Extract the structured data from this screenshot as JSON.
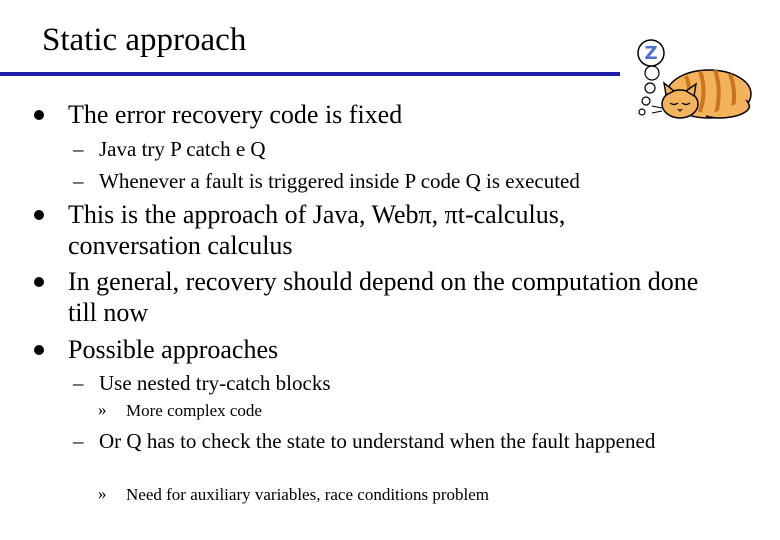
{
  "slide": {
    "title": "Static approach",
    "bullets": [
      {
        "text": "The error recovery code is fixed",
        "sub": [
          {
            "text": "Java try P catch e Q"
          },
          {
            "text": "Whenever a fault is triggered inside P code Q is executed"
          }
        ]
      },
      {
        "text": "This is the approach of Java, Webπ, πt-calculus, conversation calculus"
      },
      {
        "text": "In general, recovery should depend on the computation done till now"
      },
      {
        "text": "Possible approaches",
        "sub": [
          {
            "text": "Use nested try-catch blocks",
            "sub": [
              {
                "text": "More complex code"
              }
            ]
          },
          {
            "text": "Or Q has to check the state to understand when the fault happened",
            "sub": [
              {
                "text": "Need for auxiliary variables, race conditions problem"
              }
            ]
          }
        ]
      }
    ],
    "markers": {
      "level2": "–",
      "level3": "»"
    },
    "decor": {
      "image": "sleeping-cat-illustration",
      "zzz_letter": "Z"
    },
    "colors": {
      "title_rule": "#1f1fa8",
      "cat_fill": "#f2b35c",
      "cat_stripe": "#c9741f"
    }
  }
}
